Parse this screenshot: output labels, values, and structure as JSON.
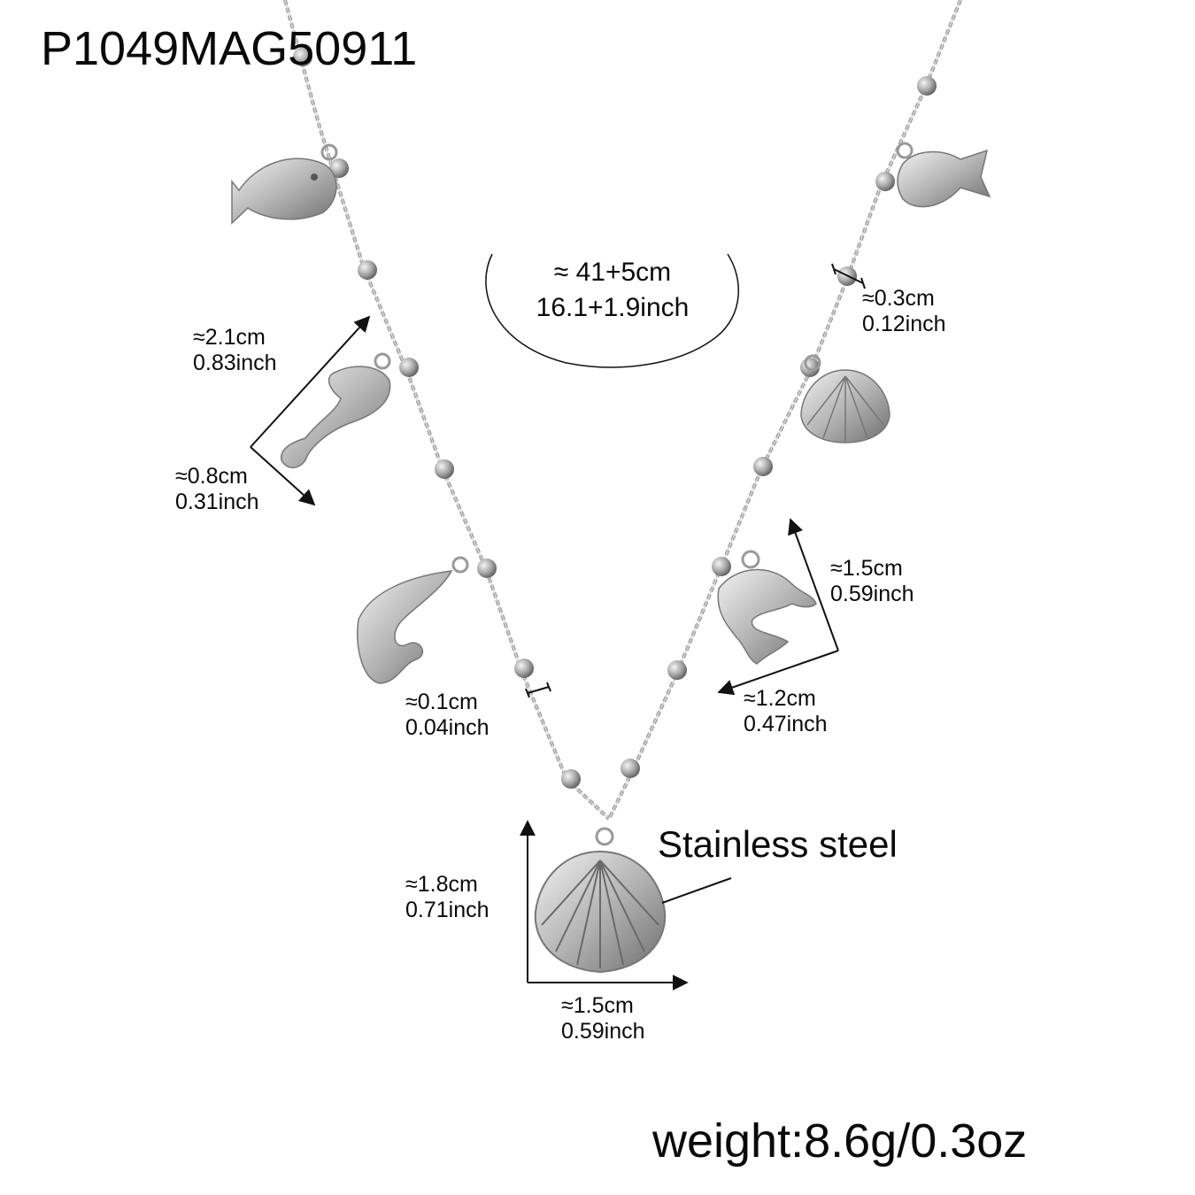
{
  "product": {
    "sku": "P1049MAG50911",
    "material_label": "Stainless steel",
    "weight_label": "weight:8.6g/0.3oz"
  },
  "length": {
    "cm": "≈ 41+5cm",
    "inch": "16.1+1.9inch"
  },
  "dimensions": {
    "seahorse_height": {
      "cm": "≈2.1cm",
      "inch": "0.83inch"
    },
    "seahorse_width": {
      "cm": "≈0.8cm",
      "inch": "0.31inch"
    },
    "bead_diameter": {
      "cm": "≈0.3cm",
      "inch": "0.12inch"
    },
    "dolphin_height": {
      "cm": "≈1.5cm",
      "inch": "0.59inch"
    },
    "dolphin_width": {
      "cm": "≈1.2cm",
      "inch": "0.47inch"
    },
    "chain_width": {
      "cm": "≈0.1cm",
      "inch": "0.04inch"
    },
    "shell_height": {
      "cm": "≈1.8cm",
      "inch": "0.71inch"
    },
    "shell_width": {
      "cm": "≈1.5cm",
      "inch": "0.59inch"
    }
  },
  "charms": [
    "fish",
    "seahorse",
    "shrimp",
    "tropical-fish",
    "scallop-shell",
    "dolphin",
    "scallop-shell-pendant"
  ],
  "colors": {
    "background": "#ffffff",
    "text": "#0a0a0a",
    "metal": "#b8b8b8"
  }
}
